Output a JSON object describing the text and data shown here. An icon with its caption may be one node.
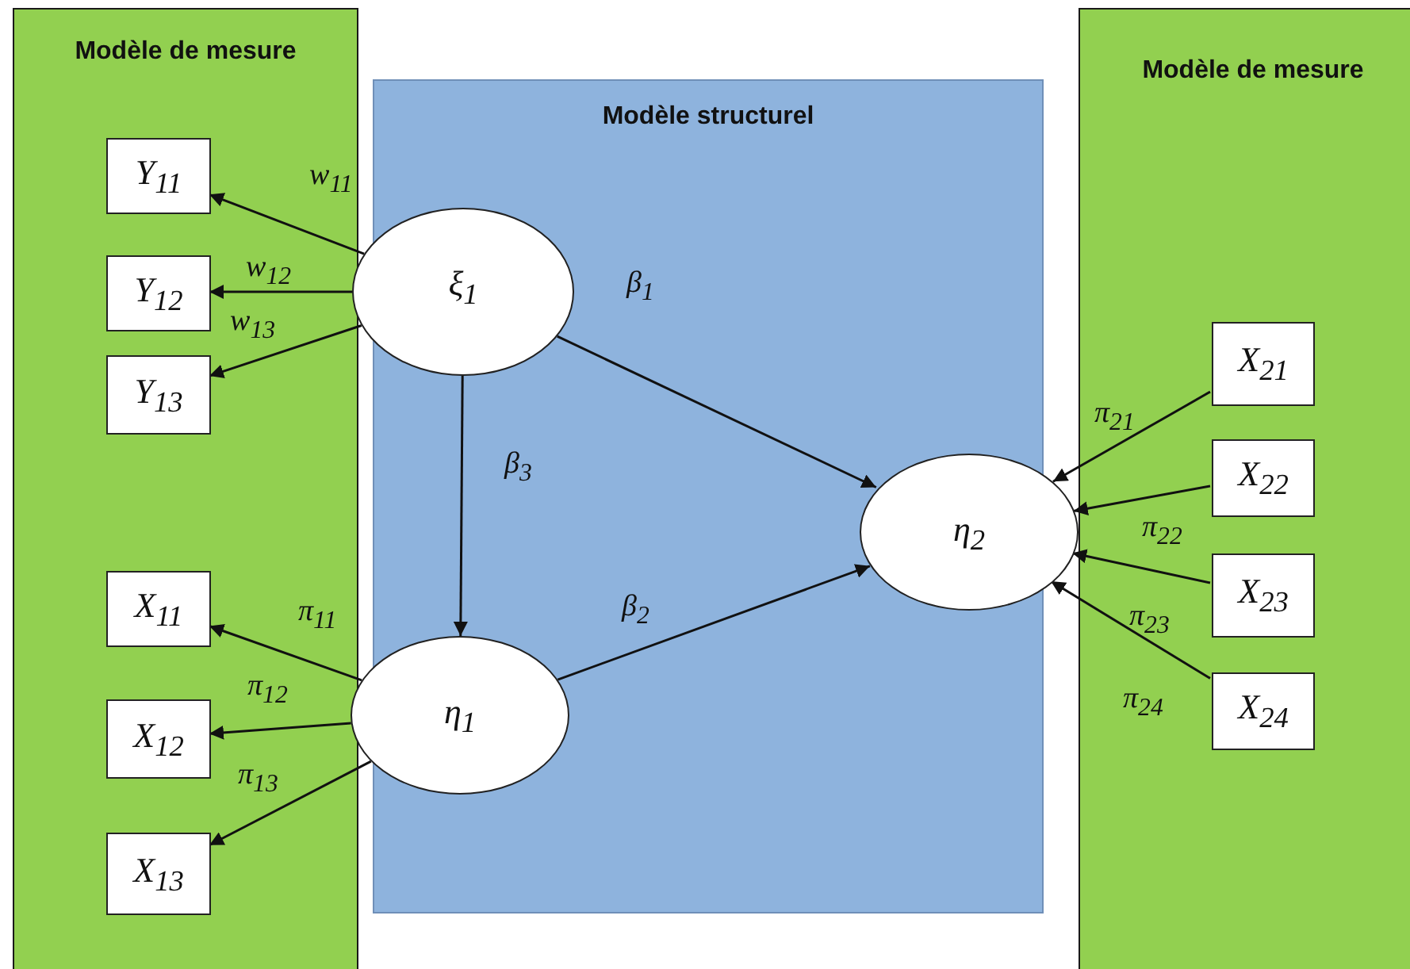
{
  "diagram": {
    "nodes": [
      {
        "text": [
          "Modèle de mesure"
        ]
      },
      {
        "text": [
          "Modèle structurel"
        ]
      },
      {
        "text": [
          "Modèle de mesure"
        ]
      },
      {
        "text": [
          "Y$_{11}$"
        ],
        "in": 0
      },
      {
        "text": [
          "Y$_{12}$"
        ],
        "in": 0
      },
      {
        "text": [
          "Y$_{13}$"
        ],
        "in": 0
      },
      {
        "text": [
          "ξ$_{1}$"
        ]
      },
      {
        "text": [
          "η$_{1}$"
        ]
      },
      {
        "text": [
          "η$_{2}$"
        ],
        "in": 1
      },
      {
        "text": [
          "X$_{11}$"
        ],
        "in": 0
      },
      {
        "text": [
          "X$_{12}$"
        ],
        "in": 0
      },
      {
        "text": [
          "X$_{13}$"
        ],
        "in": 0
      },
      {
        "text": [
          "X$_{21}$"
        ],
        "in": 2
      },
      {
        "text": [
          "X$_{22}$"
        ],
        "in": 2
      },
      {
        "text": [
          "X$_{23}$"
        ],
        "in": 2
      },
      {
        "text": [
          "X$_{24}$"
        ],
        "in": 2
      }
    ],
    "edges": [
      {
        "from": 6,
        "to": 3,
        "arrow": "to",
        "label": "w$_{11}$"
      },
      {
        "from": 6,
        "to": 4,
        "arrow": "to",
        "label": "w$_{12}$"
      },
      {
        "from": 6,
        "to": 5,
        "arrow": "to",
        "label": "w$_{13}$"
      },
      {
        "from": 6,
        "to": 8,
        "arrow": "to",
        "label": "β$_{1}$"
      },
      {
        "from": 6,
        "to": 7,
        "arrow": "to",
        "label": "β$_{3}$"
      },
      {
        "from": 7,
        "to": 8,
        "arrow": "to",
        "label": "β$_{2}$"
      },
      {
        "from": 7,
        "to": 9,
        "arrow": "to",
        "label": "π$_{11}$"
      },
      {
        "from": 7,
        "to": 10,
        "arrow": "to",
        "label": "π$_{12}$"
      },
      {
        "from": 7,
        "to": 11,
        "arrow": "to",
        "label": "π$_{13}$"
      },
      {
        "from": 12,
        "to": 8,
        "arrow": "to",
        "label": "π$_{21}$"
      },
      {
        "from": 13,
        "to": 8,
        "arrow": "to",
        "label": "π$_{22}$"
      },
      {
        "from": 14,
        "to": 8,
        "arrow": "to",
        "label": "π$_{23}$"
      },
      {
        "from": 15,
        "to": 8,
        "arrow": "to",
        "label": "π$_{24}$"
      }
    ]
  }
}
